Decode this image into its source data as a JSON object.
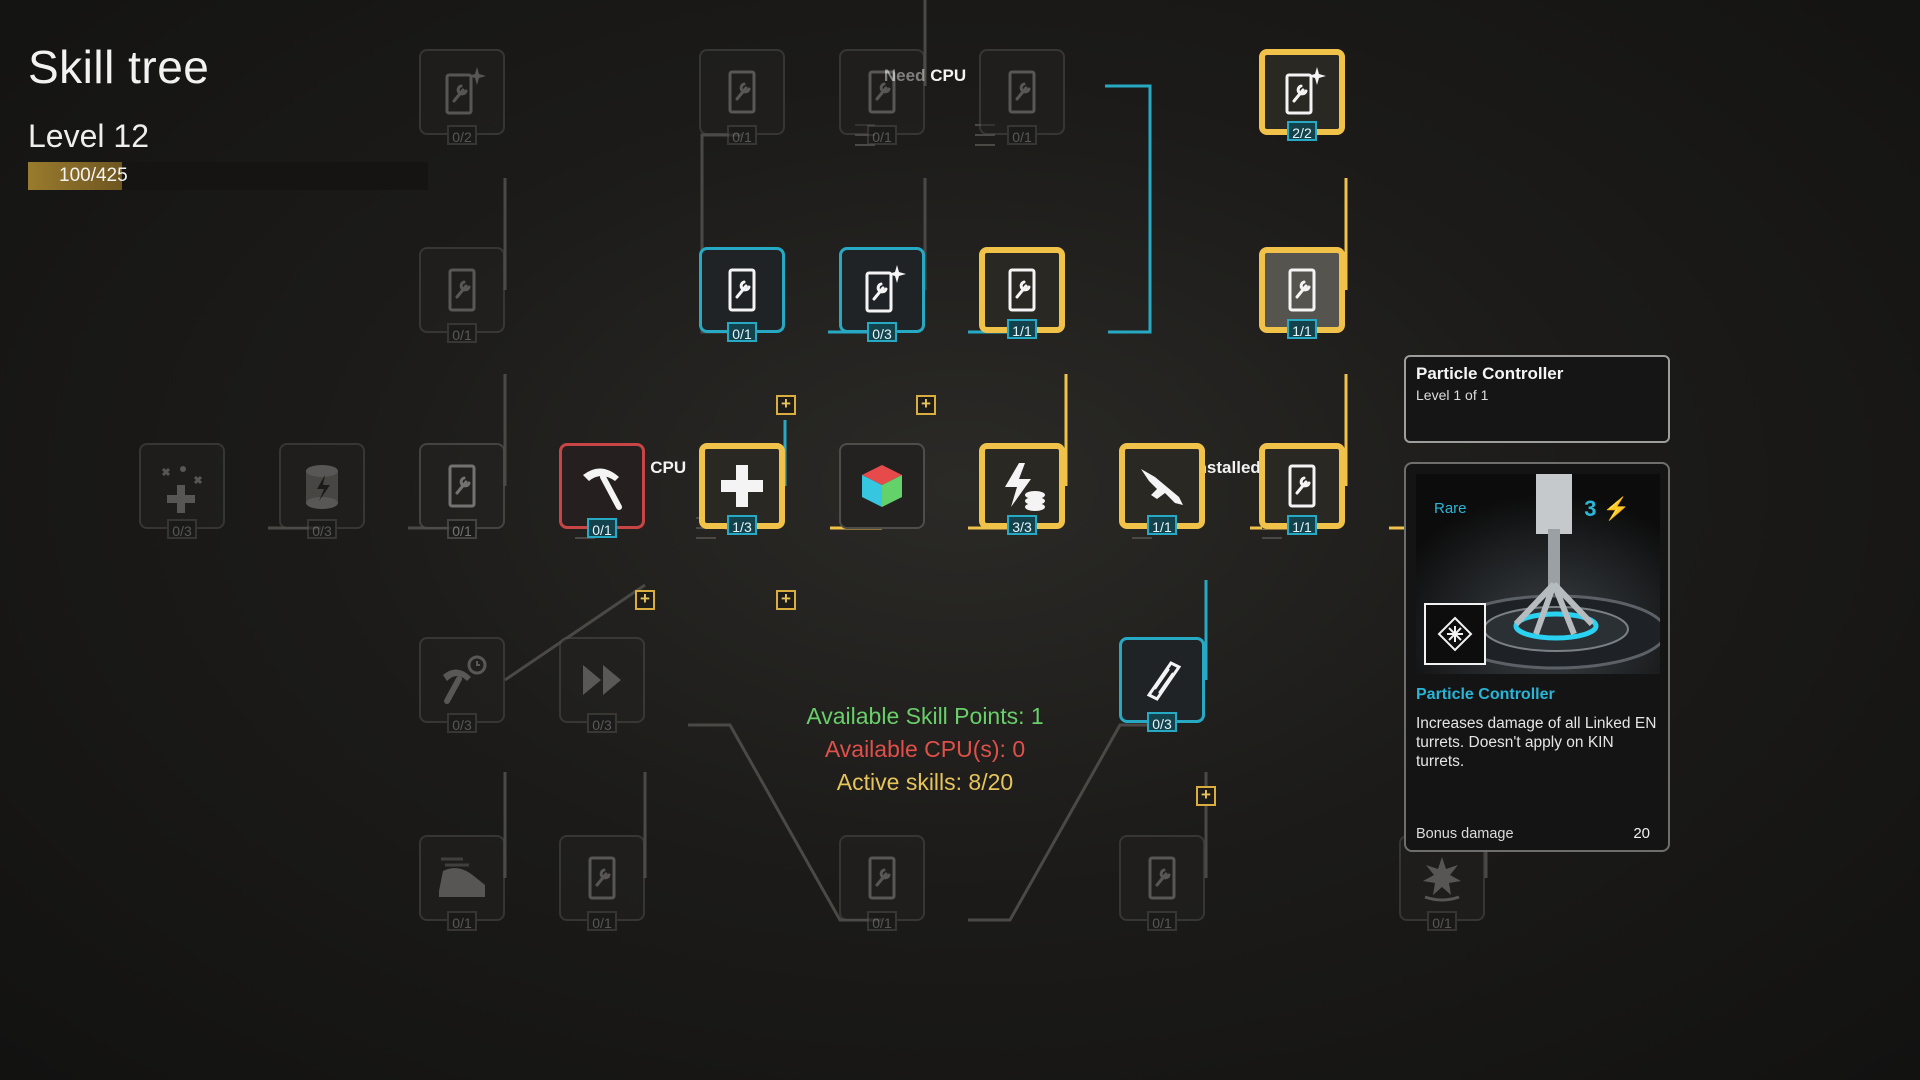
{
  "header": {
    "title": "Skill tree",
    "level": "Level 12",
    "xp_text": "100/425",
    "xp_progress": 0.2353
  },
  "stats": {
    "skill_points": "Available Skill Points: 1",
    "cpus": "Available CPU(s): 0",
    "active_skills": "Active skills: 8/20"
  },
  "colors": {
    "blue": "#27a9c4",
    "gold": "#f0c24a",
    "red": "#c84545",
    "green": "#69cf6a",
    "stat_red": "#e0504a",
    "stat_gold": "#e7c45a"
  },
  "node_labels": {
    "need_cpu_top": "Need CPU",
    "need_cpu_mid": "Need CPU",
    "cpu_installed": "CPU Installed"
  },
  "nodes": [
    {
      "id": "a1",
      "count": "0/2",
      "state": "locked",
      "icon": "wrench-sparkle-icon"
    },
    {
      "id": "a2",
      "count": "0/1",
      "state": "locked",
      "icon": "wrench-card-icon"
    },
    {
      "id": "a3",
      "count": "0/1",
      "state": "locked",
      "icon": "wrench-card-icon"
    },
    {
      "id": "b1",
      "count": "0/1",
      "state": "locked",
      "icon": "wrench-card-icon"
    },
    {
      "id": "b2",
      "count": "0/1",
      "state": "locked",
      "icon": "wrench-card-icon"
    },
    {
      "id": "b3",
      "count": "0/1",
      "state": "locked",
      "icon": "wrench-card-icon"
    },
    {
      "id": "c1",
      "count": "0/1",
      "state": "blue",
      "icon": "wrench-card-icon"
    },
    {
      "id": "c2",
      "count": "0/3",
      "state": "blue",
      "icon": "wrench-sparkle-icon"
    },
    {
      "id": "c3",
      "count": "1/1",
      "state": "gold",
      "icon": "wrench-card-icon"
    },
    {
      "id": "d1",
      "count": "2/2",
      "state": "gold",
      "icon": "wrench-sparkle-icon"
    },
    {
      "id": "d2",
      "count": "1/1",
      "state": "goldgrey",
      "icon": "wrench-card-icon"
    },
    {
      "id": "m1",
      "count": "0/3",
      "state": "locked",
      "icon": "sparkle-cross-icon"
    },
    {
      "id": "m2",
      "count": "0/3",
      "state": "locked",
      "icon": "energy-barrel-icon"
    },
    {
      "id": "m3",
      "count": "0/1",
      "state": "locked",
      "icon": "wrench-card-icon"
    },
    {
      "id": "m4",
      "count": "0/1",
      "state": "red",
      "icon": "mining-pick-icon"
    },
    {
      "id": "m5",
      "count": "1/3",
      "state": "gold",
      "icon": "health-plus-icon"
    },
    {
      "id": "m6",
      "count": "",
      "state": "core",
      "icon": "cpu-cube-icon"
    },
    {
      "id": "m7",
      "count": "3/3",
      "state": "gold",
      "icon": "energy-coins-icon"
    },
    {
      "id": "m8",
      "count": "1/1",
      "state": "gold",
      "icon": "rifle-icon"
    },
    {
      "id": "m9",
      "count": "1/1",
      "state": "gold",
      "icon": "wrench-card-icon"
    },
    {
      "id": "l1",
      "count": "0/3",
      "state": "locked",
      "icon": "pick-timer-icon"
    },
    {
      "id": "l2",
      "count": "0/3",
      "state": "locked",
      "icon": "fast-forward-icon"
    },
    {
      "id": "l3",
      "count": "0/3",
      "state": "blue",
      "icon": "ammo-clip-icon"
    },
    {
      "id": "e1",
      "count": "0/1",
      "state": "locked",
      "icon": "speed-boot-icon"
    },
    {
      "id": "e2",
      "count": "0/1",
      "state": "locked",
      "icon": "wrench-card-icon"
    },
    {
      "id": "e3",
      "count": "0/1",
      "state": "locked",
      "icon": "wrench-card-icon"
    },
    {
      "id": "e4",
      "count": "0/1",
      "state": "locked",
      "icon": "wrench-card-icon"
    },
    {
      "id": "e5",
      "count": "0/1",
      "state": "locked",
      "icon": "burst-shield-icon"
    }
  ],
  "tooltip": {
    "name": "Particle Controller",
    "level": "Level 1 of 1"
  },
  "card": {
    "rarity": "Rare",
    "cost": "3",
    "name": "Particle Controller",
    "description": "Increases damage of all Linked EN turrets. Doesn't apply on KIN turrets.",
    "bonus_label": "Bonus damage",
    "bonus_value": "20"
  }
}
